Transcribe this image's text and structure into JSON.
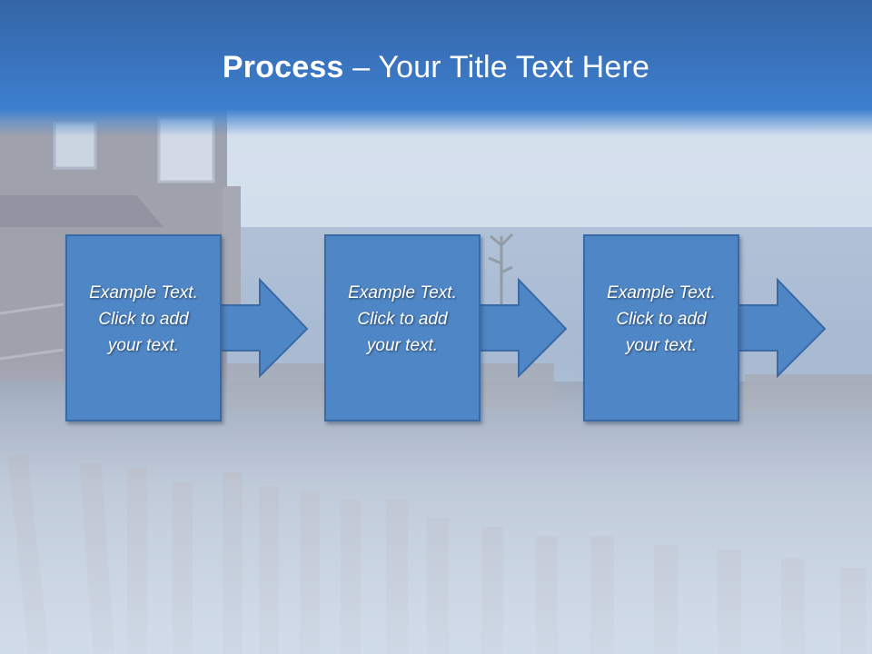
{
  "slide": {
    "title_bold": "Process",
    "title_rest": " – Your Title Text Here"
  },
  "colors": {
    "title_band": "#3a75c0",
    "step_box": "#4f86c6",
    "step_border": "#3a6aa6",
    "text": "#ffffff"
  },
  "steps": [
    {
      "lines": [
        "Example Text.",
        "Click  to add",
        "your text."
      ]
    },
    {
      "lines": [
        "Example Text.",
        "Click  to add",
        "your text."
      ]
    },
    {
      "lines": [
        "Example Text.",
        "Click  to add",
        "your text."
      ]
    }
  ]
}
